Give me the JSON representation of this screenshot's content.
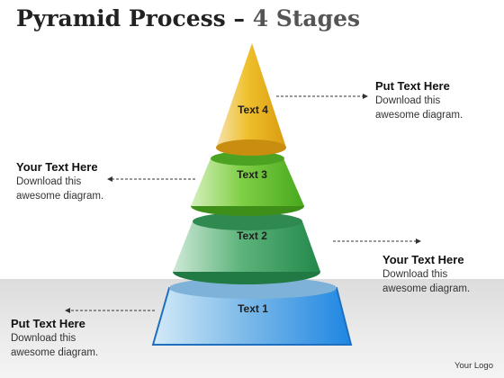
{
  "title": {
    "main": "Pyramid Process",
    "dash": " – ",
    "accent": "4 Stages"
  },
  "stages": [
    {
      "label": "Text 1",
      "color": "#2f8ee0"
    },
    {
      "label": "Text 2",
      "color": "#2e9a52"
    },
    {
      "label": "Text 3",
      "color": "#5cc229"
    },
    {
      "label": "Text 4",
      "color": "#eab21a"
    }
  ],
  "callouts": [
    {
      "head": "Put Text Here",
      "body": "Download this awesome diagram."
    },
    {
      "head": "Your Text Here",
      "body": "Download this awesome diagram."
    },
    {
      "head": "Your Text Here",
      "body": "Download this awesome diagram."
    },
    {
      "head": "Put Text Here",
      "body": "Download this awesome diagram."
    }
  ],
  "footer": {
    "logo": "Your Logo"
  }
}
